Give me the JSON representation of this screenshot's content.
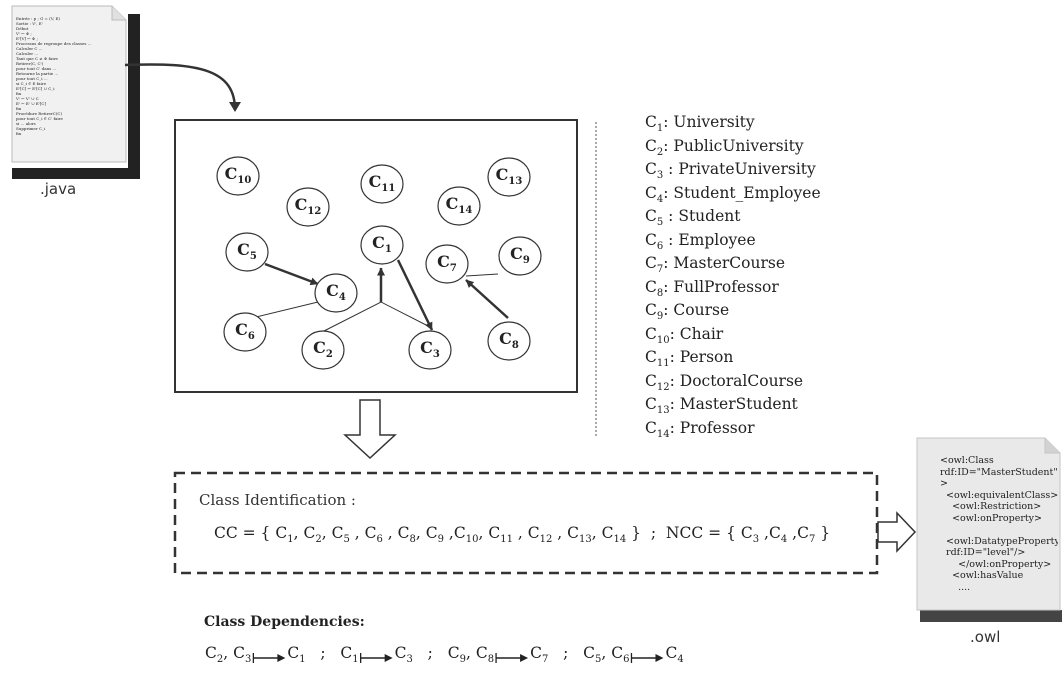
{
  "java_file": {
    "label": ".java",
    "code_lines": [
      "Entrée : p ; G = (V, E)",
      "Sortie : V', E'",
      "Début",
      "V' ← Φ ;",
      "E'[V] ← Φ ;",
      "Processus de regroupe des classes ...",
      "Calculer C ...",
      "Calculer ...",
      "Tant que C ≠ Φ faire",
      "  Retirer(C, C')",
      "  pour tout C' dans ...",
      "    Retourne la partie ...",
      "    pour tout C_i ...",
      "      si C_i ∈ E faire",
      "        E'[C] ← E'[C] ∪ C_i",
      "  fin",
      "  V' ← V' ∪ C",
      "  E' ← E' ∪ E'[C]",
      "fin",
      "Procédure RetirerC(C)",
      "pour tout C_i ∈ C' faire",
      "  si ... alors",
      "    Supprimer C_i",
      "fin"
    ]
  },
  "circles": [
    {
      "id": "c10",
      "main": "C",
      "sub": "10"
    },
    {
      "id": "c12",
      "main": "C",
      "sub": "12"
    },
    {
      "id": "c11",
      "main": "C",
      "sub": "11"
    },
    {
      "id": "c14",
      "main": "C",
      "sub": "14"
    },
    {
      "id": "c13",
      "main": "C",
      "sub": "13"
    },
    {
      "id": "c5",
      "main": "C",
      "sub": "5"
    },
    {
      "id": "c4",
      "main": "C",
      "sub": "4"
    },
    {
      "id": "c6",
      "main": "C",
      "sub": "6"
    },
    {
      "id": "c1",
      "main": "C",
      "sub": "1"
    },
    {
      "id": "c2",
      "main": "C",
      "sub": "2"
    },
    {
      "id": "c3",
      "main": "C",
      "sub": "3"
    },
    {
      "id": "c7",
      "main": "C",
      "sub": "7"
    },
    {
      "id": "c9",
      "main": "C",
      "sub": "9"
    },
    {
      "id": "c8",
      "main": "C",
      "sub": "8"
    }
  ],
  "legend": [
    {
      "sym": "C",
      "sub": "1",
      "sep": ": ",
      "name": "University"
    },
    {
      "sym": "C",
      "sub": "2",
      "sep": ": ",
      "name": "PublicUniversity"
    },
    {
      "sym": "C",
      "sub": "3",
      "sep": " : ",
      "name": "PrivateUniversity"
    },
    {
      "sym": "C",
      "sub": "4",
      "sep": ": ",
      "name": "Student_Employee"
    },
    {
      "sym": "C",
      "sub": "5",
      "sep": " : ",
      "name": "Student"
    },
    {
      "sym": "C",
      "sub": "6",
      "sep": " : ",
      "name": "Employee"
    },
    {
      "sym": "C",
      "sub": "7",
      "sep": ": ",
      "name": "MasterCourse"
    },
    {
      "sym": "C",
      "sub": "8",
      "sep": ": ",
      "name": "FullProfessor"
    },
    {
      "sym": "C",
      "sub": "9",
      "sep": ": ",
      "name": "Course"
    },
    {
      "sym": "C",
      "sub": "10",
      "sep": ": ",
      "name": "Chair"
    },
    {
      "sym": "C",
      "sub": "11",
      "sep": ": ",
      "name": "Person"
    },
    {
      "sym": "C",
      "sub": "12",
      "sep": ": ",
      "name": "DoctoralCourse"
    },
    {
      "sym": "C",
      "sub": "13",
      "sep": ": ",
      "name": "MasterStudent"
    },
    {
      "sym": "C",
      "sub": "14",
      "sep": ": ",
      "name": "Professor"
    }
  ],
  "class_identification": {
    "title": "Class Identification :",
    "cc_label": "CC = {",
    "cc_items": [
      {
        "sub": "1",
        "after": ", "
      },
      {
        "sub": "2",
        "after": ", "
      },
      {
        "sub": "5",
        "after": " , "
      },
      {
        "sub": "6",
        "after": " , "
      },
      {
        "sub": "8",
        "after": ", "
      },
      {
        "sub": "9",
        "after": " ,"
      },
      {
        "sub": "10",
        "after": ", "
      },
      {
        "sub": "11",
        "after": " , "
      },
      {
        "sub": "12",
        "after": " , "
      },
      {
        "sub": "13",
        "after": ", "
      },
      {
        "sub": "14",
        "after": ""
      }
    ],
    "cc_close": "}",
    "separator": ";",
    "ncc_label": "NCC = {",
    "ncc_items": [
      {
        "sub": "3",
        "after": " ,"
      },
      {
        "sub": "4",
        "after": " ,"
      },
      {
        "sub": "7",
        "after": ""
      }
    ],
    "ncc_close": "}"
  },
  "owl_file": {
    "label": ".owl",
    "lines": [
      "<owl:Class",
      "rdf:ID=\"MasterStudent\"",
      ">",
      "  <owl:equivalentClass>",
      "    <owl:Restriction>",
      "    <owl:onProperty>",
      "",
      "  <owl:DatatypeProperty",
      "  rdf:ID=\"level\"/>",
      "      </owl:onProperty>",
      "    <owl:hasValue",
      "      ...."
    ]
  },
  "class_dependencies": {
    "title": "Class Dependencies:",
    "groups": [
      {
        "from": [
          {
            "sym": "C",
            "sub": "2"
          },
          {
            "sym": "C",
            "sub": "3"
          }
        ],
        "to": {
          "sym": "C",
          "sub": "1"
        }
      },
      {
        "from": [
          {
            "sym": "C",
            "sub": "1"
          }
        ],
        "to": {
          "sym": "C",
          "sub": "3"
        }
      },
      {
        "from": [
          {
            "sym": "C",
            "sub": "9"
          },
          {
            "sym": "C",
            "sub": "8"
          }
        ],
        "to": {
          "sym": "C",
          "sub": "7"
        }
      },
      {
        "from": [
          {
            "sym": "C",
            "sub": "5"
          },
          {
            "sym": "C",
            "sub": "6"
          }
        ],
        "to": {
          "sym": "C",
          "sub": "4"
        }
      }
    ],
    "group_separator": ";"
  }
}
